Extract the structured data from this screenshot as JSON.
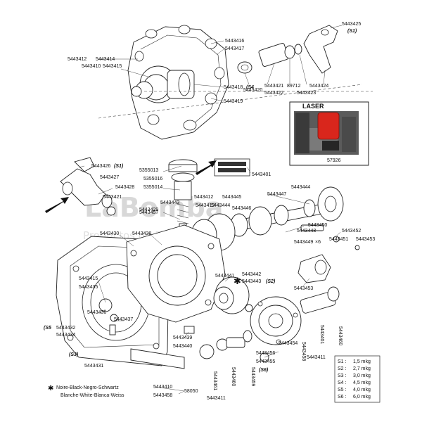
{
  "inset": {
    "title": "LASER",
    "part_no": "57926"
  },
  "watermark": {
    "brand": "LaBomba",
    "tagline": "Productos de Bombeo"
  },
  "labels": [
    {
      "id": "p5443425",
      "text": "5443425"
    },
    {
      "id": "s1_top",
      "text": "(S1)"
    },
    {
      "id": "p5443416",
      "text": "5443416"
    },
    {
      "id": "p5443417",
      "text": "5443417"
    },
    {
      "id": "p5443412a",
      "text": "5443412"
    },
    {
      "id": "p5443414",
      "text": "5443414"
    },
    {
      "id": "p5443410",
      "text": "5443410"
    },
    {
      "id": "p5443415a",
      "text": "5443415"
    },
    {
      "id": "p5443418",
      "text": "5443418"
    },
    {
      "id": "s4",
      "text": "(S4"
    },
    {
      "id": "p5443419",
      "text": "5443419"
    },
    {
      "id": "p5443420",
      "text": "5443420"
    },
    {
      "id": "p5443421a",
      "text": "5443421"
    },
    {
      "id": "p5443422",
      "text": "5443422"
    },
    {
      "id": "p89712",
      "text": "89712"
    },
    {
      "id": "p5443423",
      "text": "5443423"
    },
    {
      "id": "p5443424",
      "text": "5443424"
    },
    {
      "id": "p5443426",
      "text": "5443426"
    },
    {
      "id": "s1_mid",
      "text": "(S1)"
    },
    {
      "id": "p5443427",
      "text": "5443427"
    },
    {
      "id": "p5443428",
      "text": "5443428"
    },
    {
      "id": "p5443421b",
      "text": "5443421"
    },
    {
      "id": "p5355013",
      "text": "5355013"
    },
    {
      "id": "p5355016",
      "text": "5355016"
    },
    {
      "id": "p5355014",
      "text": "5355014"
    },
    {
      "id": "p5443401",
      "text": "5443401"
    },
    {
      "id": "p5443444a",
      "text": "5443444"
    },
    {
      "id": "p5443447",
      "text": "5443447"
    },
    {
      "id": "p5443412b",
      "text": "5443412"
    },
    {
      "id": "p5443413",
      "text": "5443413"
    },
    {
      "id": "p5443444b",
      "text": "5443444"
    },
    {
      "id": "p5443445",
      "text": "5443445"
    },
    {
      "id": "p5443446",
      "text": "5443446"
    },
    {
      "id": "p5443443a",
      "text": "5443443"
    },
    {
      "id": "p5443429",
      "text": "5443429"
    },
    {
      "id": "p5443457",
      "text": "5443457"
    },
    {
      "id": "p5443450",
      "text": "5443450"
    },
    {
      "id": "p5443448",
      "text": "5443448"
    },
    {
      "id": "p5443452",
      "text": "5443452"
    },
    {
      "id": "p5443451",
      "text": "5443451"
    },
    {
      "id": "p5443453a",
      "text": "5443453"
    },
    {
      "id": "p5443449",
      "text": "5443449"
    },
    {
      "id": "x6",
      "text": "×6"
    },
    {
      "id": "p5443430",
      "text": "5443430"
    },
    {
      "id": "p5443438",
      "text": "5443438"
    },
    {
      "id": "p5443441",
      "text": "5443441"
    },
    {
      "id": "p5443442",
      "text": "5443442"
    },
    {
      "id": "p5443443b",
      "text": "5443443"
    },
    {
      "id": "s2",
      "text": "(S2)"
    },
    {
      "id": "p5443453b",
      "text": "5443453"
    },
    {
      "id": "p5443415b",
      "text": "5443415"
    },
    {
      "id": "p5443435",
      "text": "5443435"
    },
    {
      "id": "p5443436",
      "text": "5443436"
    },
    {
      "id": "p5443437",
      "text": "5443437"
    },
    {
      "id": "s5",
      "text": "(S5"
    },
    {
      "id": "p5443432",
      "text": "5443432"
    },
    {
      "id": "p5443434",
      "text": "5443434"
    },
    {
      "id": "s3",
      "text": "(S3)"
    },
    {
      "id": "p5443439",
      "text": "5443439"
    },
    {
      "id": "p5443440",
      "text": "5443440"
    },
    {
      "id": "p5443454",
      "text": "5443454"
    },
    {
      "id": "p5443456",
      "text": "5443456"
    },
    {
      "id": "p5443455",
      "text": "5443455"
    },
    {
      "id": "s6",
      "text": "(S6)"
    },
    {
      "id": "p5443431",
      "text": "5443431"
    },
    {
      "id": "p5443411a",
      "text": "5443411"
    },
    {
      "id": "p5443411b",
      "text": "5443411"
    },
    {
      "id": "p5443410b",
      "text": "5443410"
    },
    {
      "id": "p5443458b",
      "text": "5443458"
    },
    {
      "id": "p58050",
      "text": "58050"
    }
  ],
  "vertical_labels": [
    {
      "id": "v5443458",
      "text": "5443458"
    },
    {
      "id": "v5443401",
      "text": "5443401"
    },
    {
      "id": "v5443460a",
      "text": "5443460"
    },
    {
      "id": "v5443461",
      "text": "5443461"
    },
    {
      "id": "v5443460b",
      "text": "5443460"
    },
    {
      "id": "v5443459",
      "text": "5443459"
    }
  ],
  "color_legend": {
    "black_line": "Noire-Black-Negro-Schwartz",
    "white_line": "Blanche-White-Blanca-Weiss"
  },
  "torque": [
    {
      "key": "S1 :",
      "value": "1,5 mkg"
    },
    {
      "key": "S2 :",
      "value": "2,7 mkg"
    },
    {
      "key": "S3 :",
      "value": "3,0 mkg"
    },
    {
      "key": "S4 :",
      "value": "4,5 mkg"
    },
    {
      "key": "S5 :",
      "value": "4,0 mkg"
    },
    {
      "key": "S6 :",
      "value": "6,0 mkg"
    }
  ]
}
